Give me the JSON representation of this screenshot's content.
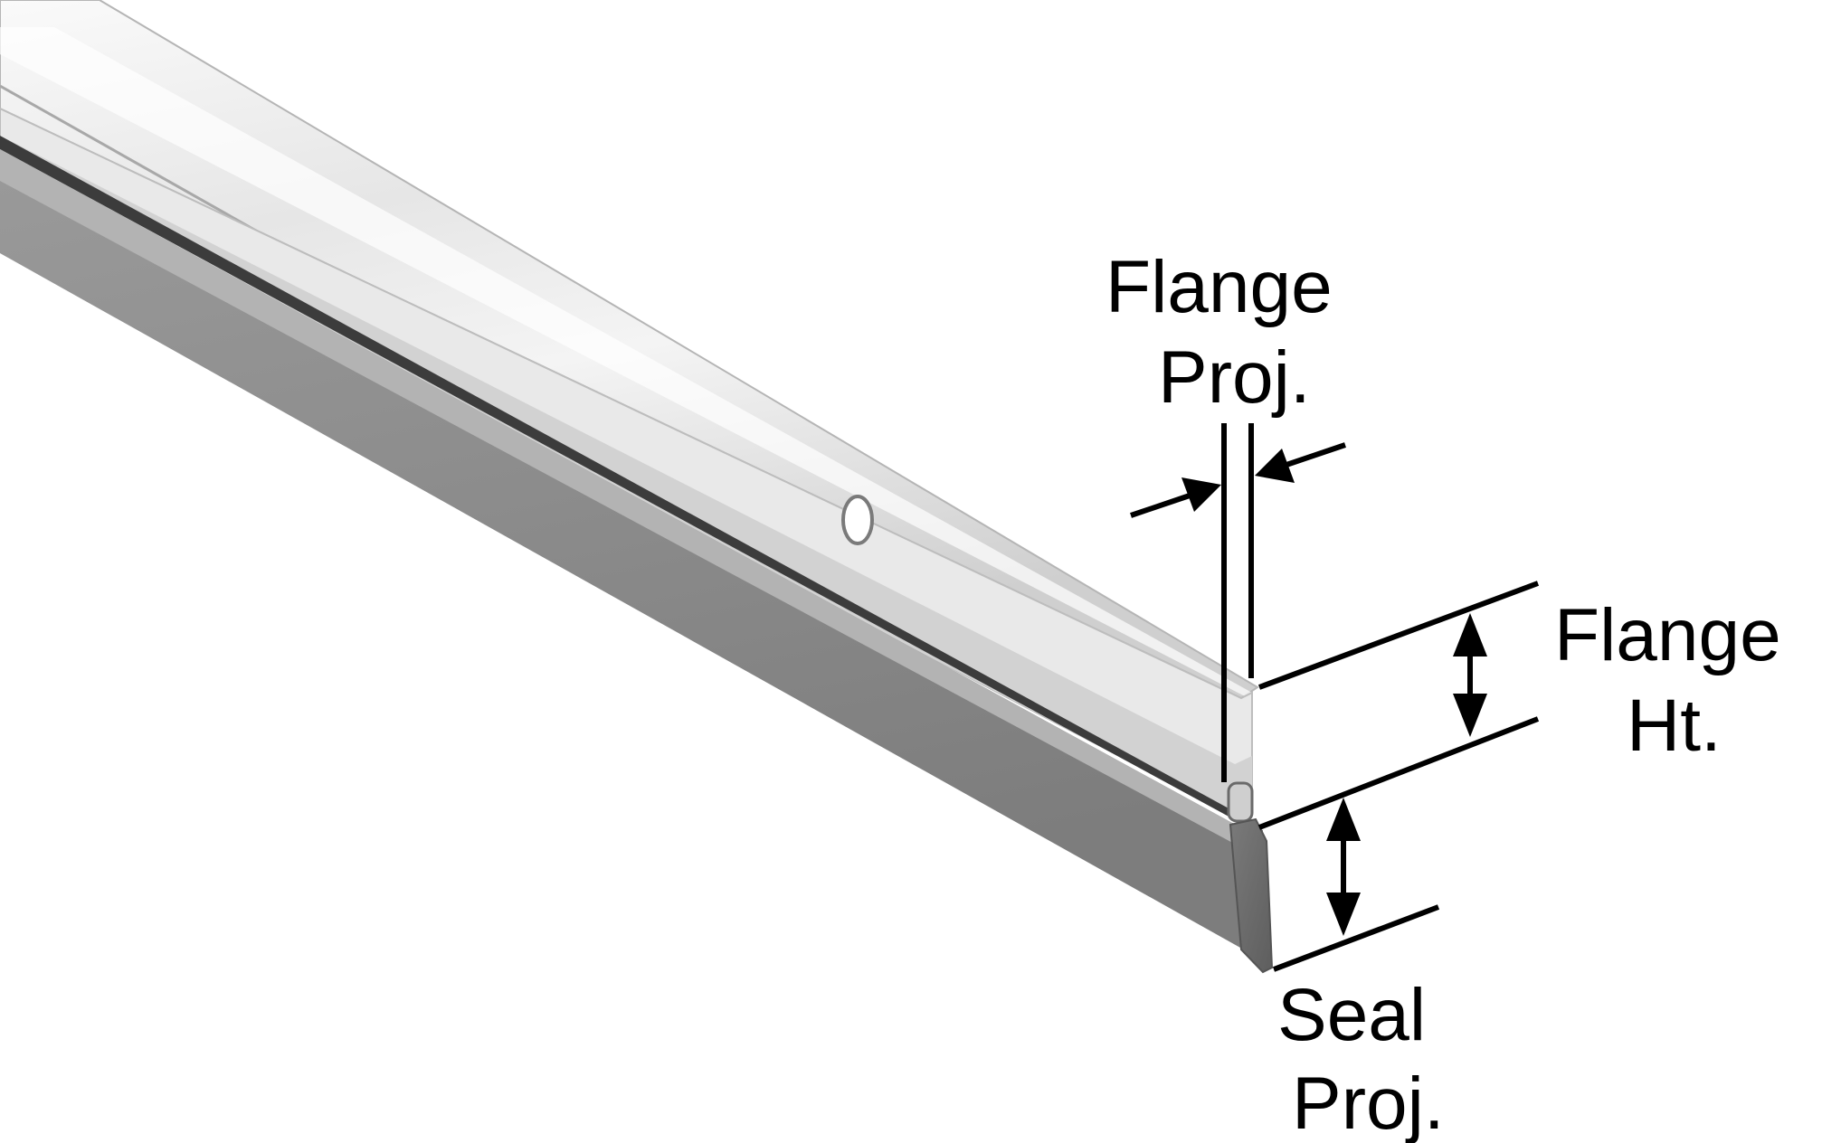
{
  "labels": {
    "flange_proj_line1": "Flange",
    "flange_proj_line2": "Proj.",
    "flange_ht_line1": "Flange",
    "flange_ht_line2": "Ht.",
    "seal_proj_line1": "Seal",
    "seal_proj_line2": "Proj."
  },
  "colors": {
    "background": "#ffffff",
    "ink": "#000000",
    "aluminum_light": "#f2f2f2",
    "aluminum_mid": "#d4d4d4",
    "aluminum_dark": "#9c9c9c",
    "seal_gray": "#8f8f8f",
    "seal_dark": "#6e6e6e"
  }
}
